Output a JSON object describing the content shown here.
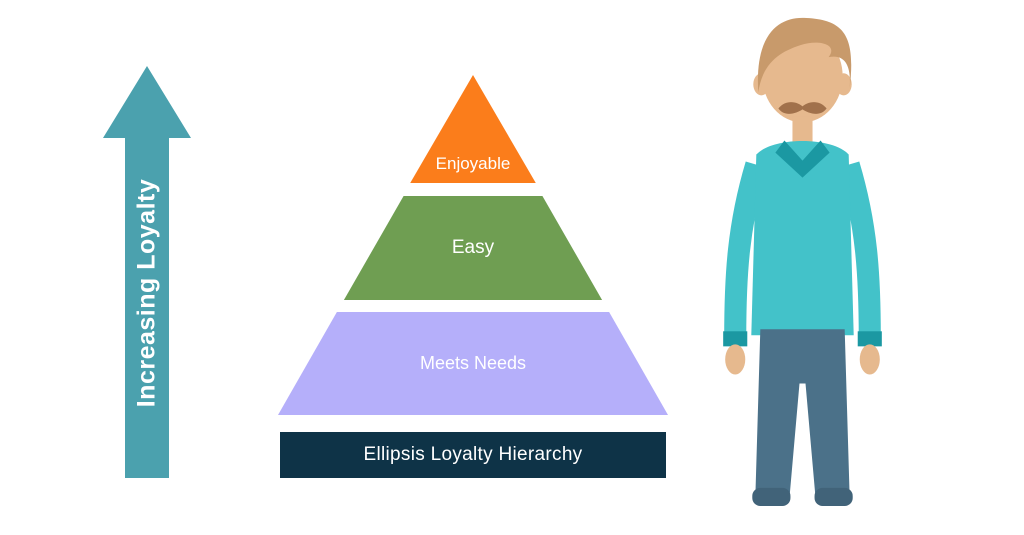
{
  "arrow": {
    "label": "Increasing Loyalty",
    "color": "#4ba1ae",
    "text_color": "#ffffff"
  },
  "pyramid": {
    "levels": [
      {
        "label": "Enjoyable",
        "color": "#fb7d1b"
      },
      {
        "label": "Easy",
        "color": "#6f9e52"
      },
      {
        "label": "Meets Needs",
        "color": "#b5affa"
      }
    ]
  },
  "title_bar": {
    "label": "Ellipsis Loyalty Hierarchy",
    "color": "#0e3347",
    "text_color": "#ffffff"
  },
  "illustration": {
    "name": "standing-man",
    "colors": {
      "skin": "#e6b98e",
      "hair": "#c89a6b",
      "mustache": "#a1714b",
      "shirt": "#43c2c9",
      "collar": "#1b98a2",
      "pants": "#4b7189",
      "shoes": "#416379"
    }
  }
}
